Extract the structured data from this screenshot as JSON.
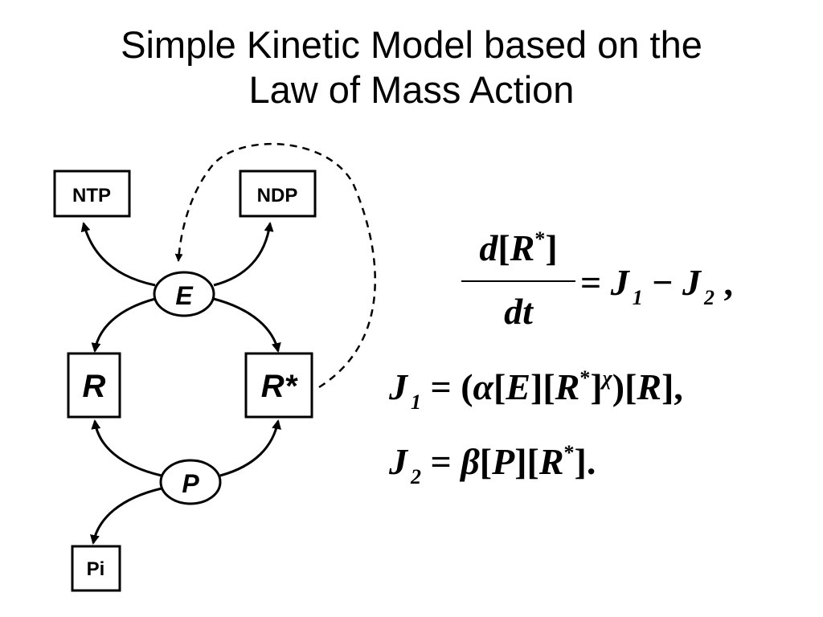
{
  "title": {
    "line1": "Simple Kinetic Model based on the",
    "line2": "Law of Mass Action"
  },
  "diagram": {
    "nodes": {
      "ntp": "NTP",
      "ndp": "NDP",
      "e": "E",
      "r": "R",
      "rstar": "R*",
      "p": "P",
      "pi": "Pi"
    }
  },
  "equations": {
    "eq1": {
      "num_d": "d",
      "num_lb": "[",
      "num_r": "R",
      "num_star": "*",
      "num_rb": "]",
      "den": "dt",
      "eq": " = ",
      "j1": "J",
      "j1_sub": "1",
      "minus": " − ",
      "j2": "J",
      "j2_sub": "2",
      "tail": " ,"
    },
    "eq2": {
      "j": "J",
      "sub": "1",
      "eq": " = (",
      "alpha": "α",
      "lb1": "[",
      "e": "E",
      "rb1": "][",
      "r": "R",
      "star": "*",
      "rb2": "]",
      "chi": "χ",
      "paren": ")[",
      "r2": "R",
      "end": "],"
    },
    "eq3": {
      "j": "J",
      "sub": "2",
      "eq": " = ",
      "beta": "β",
      "lb1": "[",
      "p": "P",
      "rb1": "][",
      "r": "R",
      "star": "*",
      "end": "]."
    }
  }
}
